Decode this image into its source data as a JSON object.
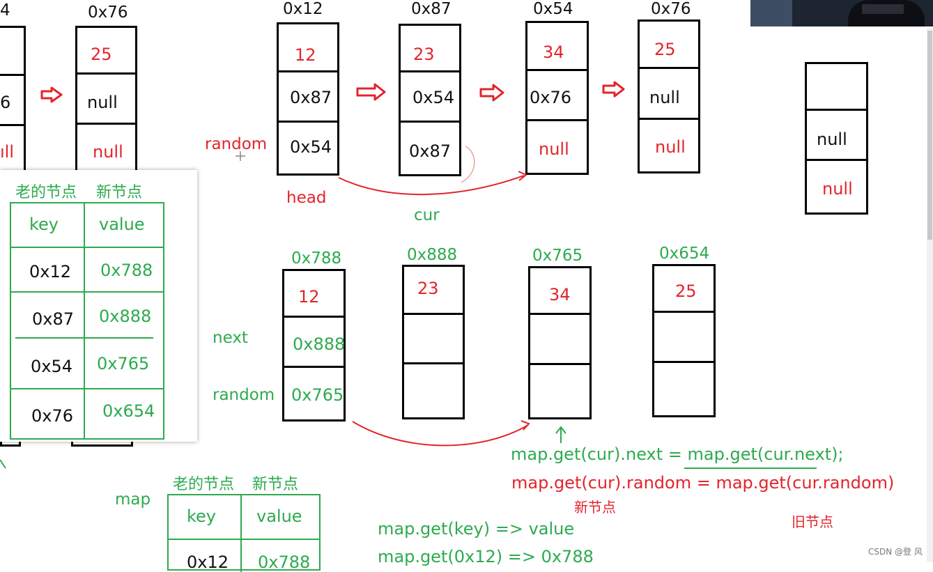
{
  "top_row": {
    "partial_addr": "4",
    "node_76_left": {
      "addr": "0x76",
      "val": "25",
      "next": "null",
      "random": "null"
    },
    "partial_left": {
      "next": "6",
      "random": "ıll"
    },
    "nodes": [
      {
        "addr": "0x12",
        "val": "12",
        "next": "0x87",
        "random": "0x54"
      },
      {
        "addr": "0x87",
        "val": "23",
        "next": "0x54",
        "random": "0x87"
      },
      {
        "addr": "0x54",
        "val": "34",
        "next": "0x76",
        "random": "null"
      },
      {
        "addr": "0x76",
        "val": "25",
        "next": "null",
        "random": "null"
      }
    ],
    "extra_node": {
      "next": "null",
      "random": "null"
    },
    "random_label": "random",
    "head_label": "head",
    "cur_label": "cur"
  },
  "bottom_row": {
    "nodes": [
      {
        "addr": "0x788",
        "val": "12",
        "next": "0x888",
        "random": "0x765"
      },
      {
        "addr": "0x888",
        "val": "23",
        "next": "",
        "random": ""
      },
      {
        "addr": "0x765",
        "val": "34",
        "next": "",
        "random": ""
      },
      {
        "addr": "0x654",
        "val": "25",
        "next": "",
        "random": ""
      }
    ],
    "next_label": "next",
    "random_label": "random"
  },
  "popup_table": {
    "heading_old": "老的节点",
    "heading_new": "新节点",
    "col_key": "key",
    "col_value": "value",
    "rows": [
      {
        "key": "0x12",
        "value": "0x788"
      },
      {
        "key": "0x87",
        "value": "0x888"
      },
      {
        "key": "0x54",
        "value": "0x765"
      },
      {
        "key": "0x76",
        "value": "0x654"
      }
    ]
  },
  "map_table": {
    "map_label": "map",
    "heading_old": "老的节点",
    "heading_new": "新节点",
    "col_key": "key",
    "col_value": "value",
    "row0_key": "0x12",
    "row0_value": "0x788"
  },
  "code": {
    "line1": "map.get(cur).next = map.get(cur.next);",
    "line2": "map.get(cur).random = map.get(cur.random)",
    "note_new": "新节点",
    "note_old": "旧节点",
    "line3": "map.get(key) => value",
    "line4": "map.get(0x12) => 0x788"
  },
  "watermark": "CSDN @登 风",
  "colors": {
    "red": "#e3242b",
    "green": "#2daa4f",
    "black": "#111111"
  }
}
